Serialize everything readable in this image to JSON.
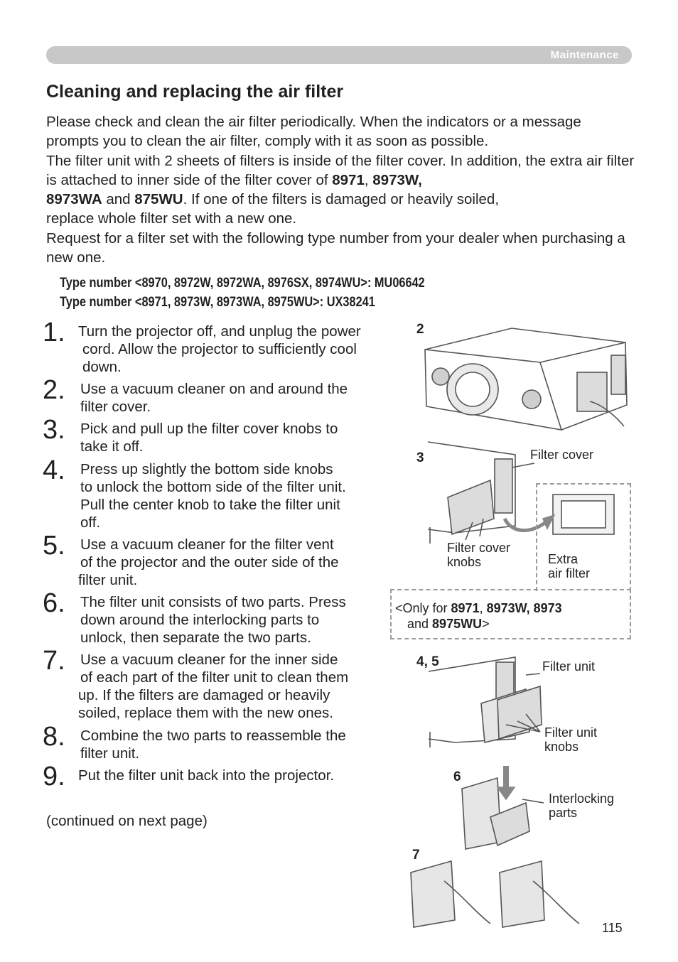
{
  "header": {
    "section_label": "Maintenance"
  },
  "title": "Cleaning and replacing the air filter",
  "intro": {
    "p1": "Please check and clean the air filter periodically. When the indicators or a message prompts you to clean the air filter, comply with it as soon as possible.",
    "p2_a": "The filter unit with 2 sheets of filters is inside of the filter cover. In addition, the extra air filter is attached to inner side of the filter cover of ",
    "p2_m1": "8971",
    "p2_sep1": ", ",
    "p2_m2": "8973W,",
    "p2_m3": "8973WA",
    "p2_and": " and ",
    "p2_m4": "875WU",
    "p2_b": ". If one of the filters is damaged or heavily soiled,",
    "p2_c": "replace whole filter set with a new one.",
    "p3": "Request for a filter set with the following type number from your dealer when purchasing a new one."
  },
  "type_numbers": [
    "Type number <8970, 8972W, 8972WA, 8976SX, 8974WU>: MU06642",
    "Type number <8971, 8973W, 8973WA, 8975WU>: UX38241"
  ],
  "steps": [
    {
      "num": "1.",
      "lines": [
        "Turn the projector off, and unplug the power",
        "cord. Allow the projector to sufficiently cool",
        "down."
      ]
    },
    {
      "num": "2.",
      "lines": [
        "Use a vacuum cleaner on and around the",
        "filter cover."
      ]
    },
    {
      "num": "3.",
      "lines": [
        "Pick and pull up the filter cover knobs to",
        "take it off."
      ]
    },
    {
      "num": "4.",
      "lines": [
        "Press up slightly the bottom side knobs",
        "to unlock the bottom side of the filter unit.",
        "Pull the center knob to take the filter unit",
        "off."
      ]
    },
    {
      "num": "5.",
      "lines": [
        "Use a vacuum cleaner for the filter vent",
        "of the projector and the outer side of the",
        "filter unit."
      ]
    },
    {
      "num": "6.",
      "lines": [
        "The filter unit consists of two parts. Press",
        "down around the interlocking parts to",
        "unlock, then separate the two parts."
      ]
    },
    {
      "num": "7.",
      "lines": [
        "Use a vacuum cleaner for the inner side",
        "of each part of the filter unit to clean them",
        "up. If the filters are damaged or heavily",
        "soiled, replace them with the new ones."
      ]
    },
    {
      "num": "8.",
      "lines": [
        "Combine the two parts to reassemble the",
        "filter unit."
      ]
    },
    {
      "num": "9.",
      "lines": [
        "Put the filter unit back into the projector."
      ]
    }
  ],
  "continued": "(continued on next page)",
  "figure": {
    "step2": "2",
    "step3": "3",
    "step45": "4, 5",
    "step6": "6",
    "step7": "7",
    "filter_cover": "Filter cover",
    "filter_cover_knobs_1": "Filter cover",
    "filter_cover_knobs_2": "knobs",
    "extra_1": "Extra",
    "extra_2": "air filter",
    "only_prefix": "<Only for ",
    "only_m1": "8971",
    "only_sep": ", ",
    "only_m2": "8973W, 8973",
    "only_and": "and ",
    "only_m3": "8975WU",
    "only_suffix": ">",
    "filter_unit": "Filter unit",
    "filter_unit_knobs_1": "Filter unit",
    "filter_unit_knobs_2": "knobs",
    "interlocking_1": "Interlocking",
    "interlocking_2": "parts"
  },
  "page_number": "115"
}
